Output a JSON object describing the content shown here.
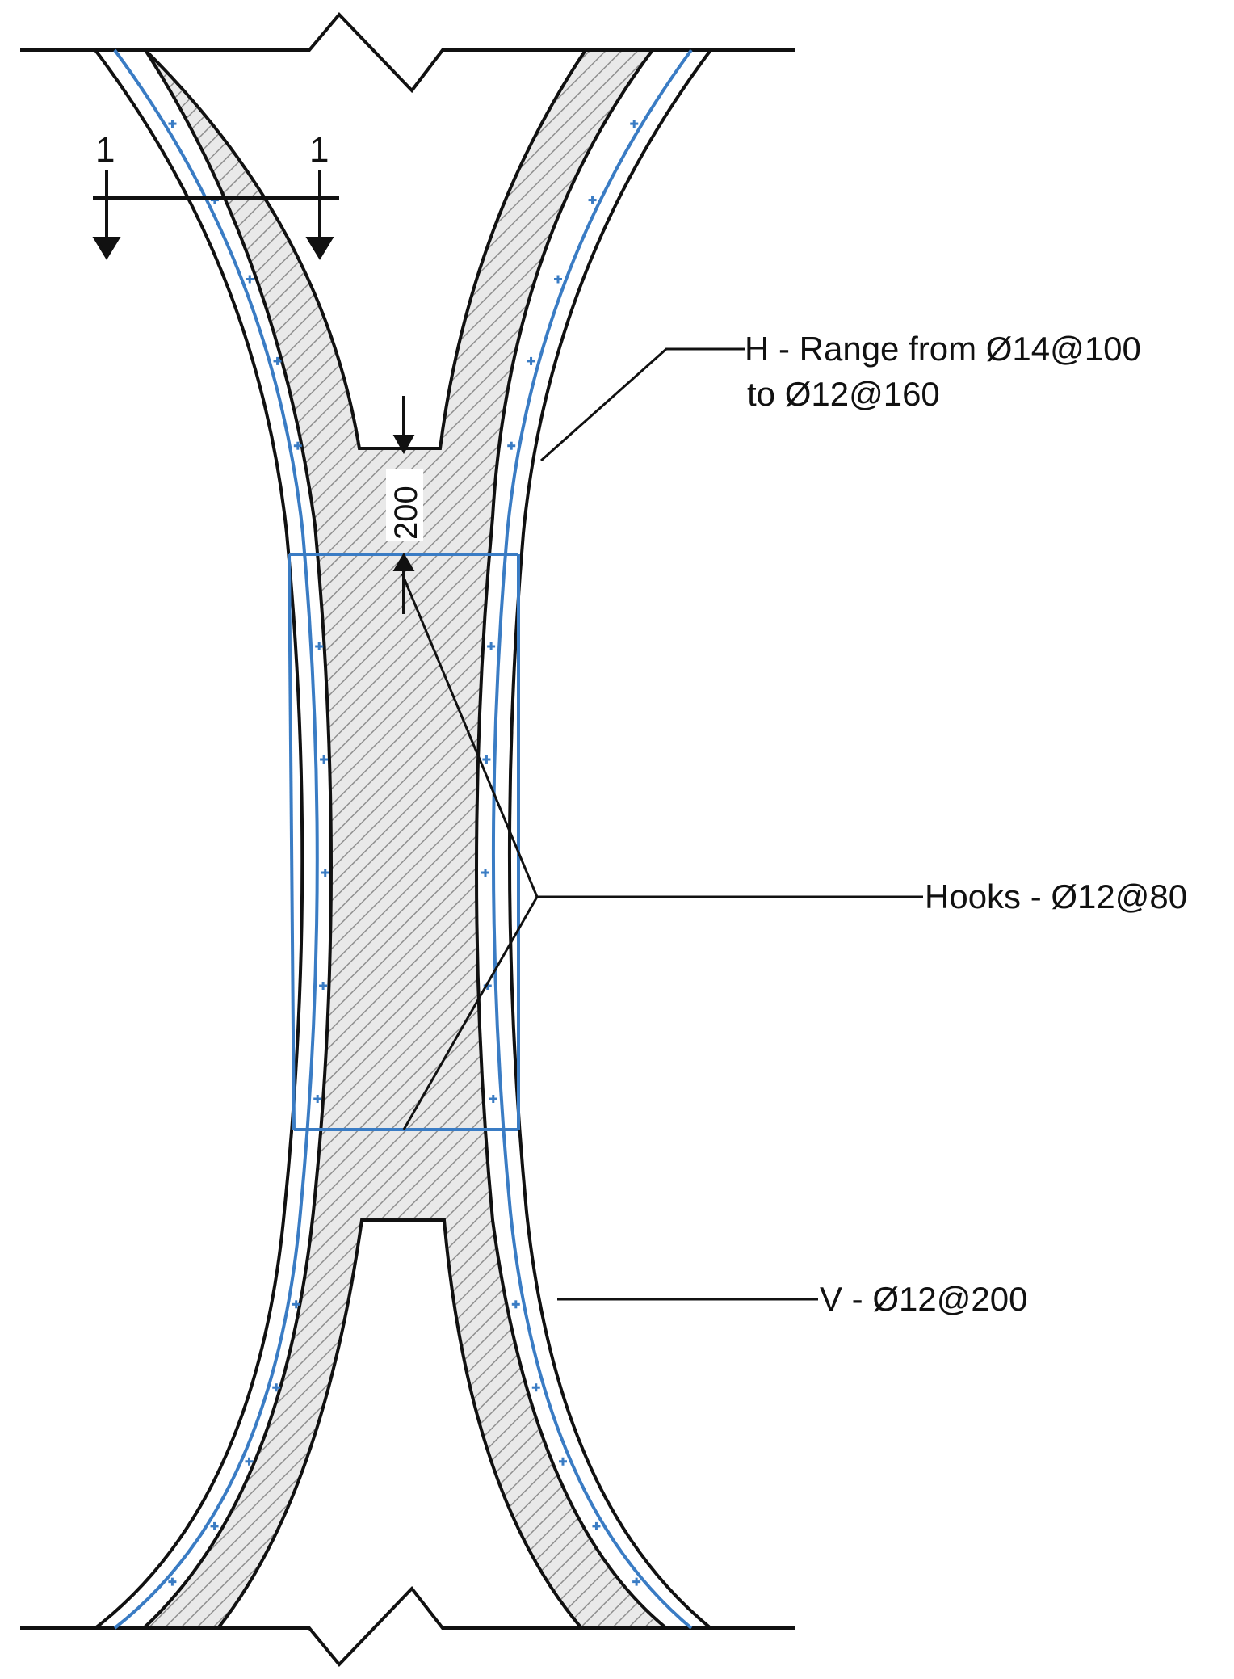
{
  "section_marker": {
    "left": "1",
    "right": "1"
  },
  "dimension": {
    "value": "200"
  },
  "labels": {
    "horizontal_line1": "H - Range from Ø14@100",
    "horizontal_line2": "to Ø12@160",
    "hooks": "Hooks - Ø12@80",
    "vertical": "V - Ø12@200"
  },
  "colors": {
    "concrete_line": "#111111",
    "rebar": "#3a7cc4",
    "hatch": "#9a9a9a"
  }
}
